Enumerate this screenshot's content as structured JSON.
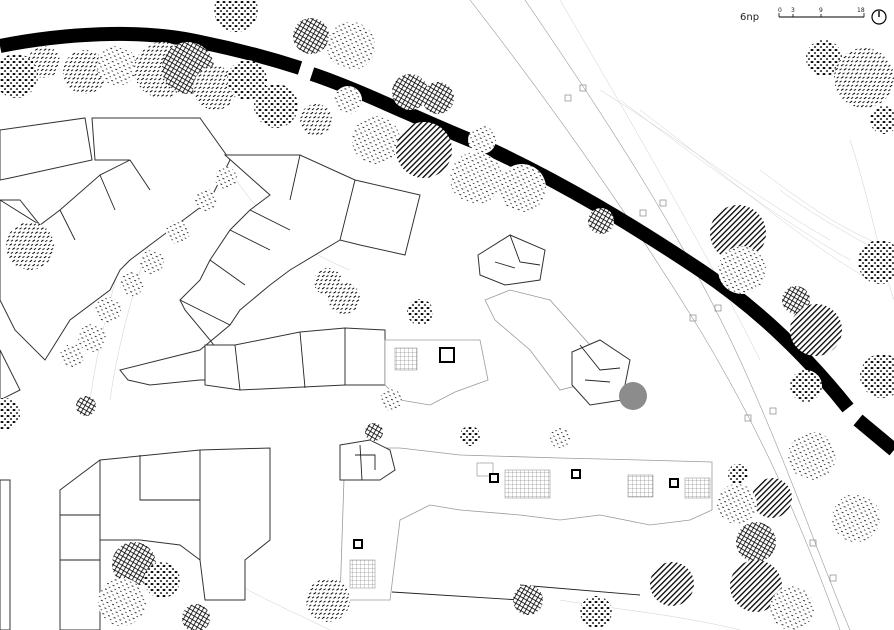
{
  "plan": {
    "level_label": "6np",
    "scale_ticks": [
      "0",
      "3",
      "9",
      "18"
    ],
    "north_icon": "north-arrow-icon",
    "colors": {
      "ink": "#000000",
      "outline": "#333333",
      "light_outline": "#9a9a9a",
      "background": "#ffffff",
      "grey_canopy": "#8c8c8c"
    }
  }
}
